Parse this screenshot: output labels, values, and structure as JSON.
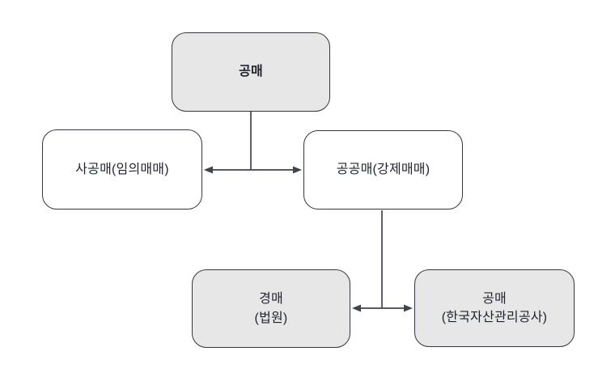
{
  "diagram": {
    "type": "flowchart",
    "background": "#ffffff",
    "colors": {
      "box_border": "#33373f",
      "box_fill_gray": "#e7e7e7",
      "box_fill_white": "#ffffff",
      "connector": "#3f444d",
      "text": "#1f242e"
    },
    "nodes": [
      {
        "id": "auction-root",
        "label": "공매",
        "fill": "gray",
        "emphasis": "bold"
      },
      {
        "id": "private-auction",
        "label": "사공매(임의매매)",
        "fill": "white",
        "emphasis": "normal"
      },
      {
        "id": "public-auction",
        "label": "공공매(강제매매)",
        "fill": "white",
        "emphasis": "normal"
      },
      {
        "id": "court-auction",
        "label": "경매",
        "sublabel": "(법원)",
        "fill": "gray",
        "emphasis": "normal"
      },
      {
        "id": "kamco-auction",
        "label": "공매",
        "sublabel": "(한국자산관리공사)",
        "fill": "gray",
        "emphasis": "normal"
      }
    ],
    "edges": [
      {
        "from": "공매",
        "to": "사공매(임의매매)",
        "arrows": "double-headed"
      },
      {
        "from": "공매",
        "to": "공공매(강제매매)",
        "arrows": "double-headed"
      },
      {
        "from": "공공매(강제매매)",
        "to": "경매(법원)",
        "arrows": "double-headed"
      },
      {
        "from": "공공매(강제매매)",
        "to": "공매(한국자산관리공사)",
        "arrows": "double-headed"
      }
    ]
  }
}
